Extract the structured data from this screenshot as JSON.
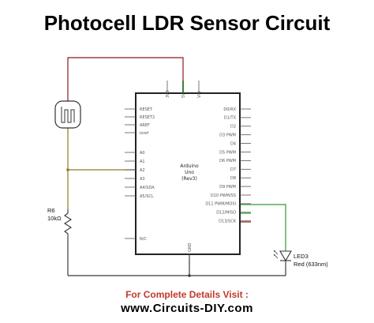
{
  "title": "Photocell LDR Sensor Circuit",
  "footer": {
    "line1": "For Complete Details Visit :",
    "line2": "www.Circuits-DIY.com"
  },
  "colors": {
    "wire_red": "#8b1a1a",
    "wire_green": "#2f9e2f",
    "wire_olive": "#8a7a20",
    "wire_dark": "#3a3a3a",
    "footer_red": "#c0392b"
  },
  "arduino": {
    "name": "Arduino",
    "model": "Uno",
    "rev": "(Rev3)",
    "top_pins": [
      "3V3",
      "5V",
      "VIN"
    ],
    "bottom_pin": "GND",
    "left_pins": [
      "RESET",
      "RESET2",
      "AREF",
      "ioref",
      "A0",
      "A1",
      "A2",
      "A3",
      "A4/SDA",
      "A5/SCL",
      "N/C"
    ],
    "right_pins": [
      "D0/RX",
      "D1/TX",
      "D2",
      "D3 PWM",
      "D4",
      "D5 PWM",
      "D6 PWM",
      "D7",
      "D8",
      "D9 PWM",
      "D10 PWM/SS",
      "D11 PWM/MOSI",
      "D12/MISO",
      "D13/SCK"
    ]
  },
  "r6": {
    "name": "R6",
    "value": "10kΩ"
  },
  "led3": {
    "name": "LED3",
    "value": "Red (633nm)"
  }
}
